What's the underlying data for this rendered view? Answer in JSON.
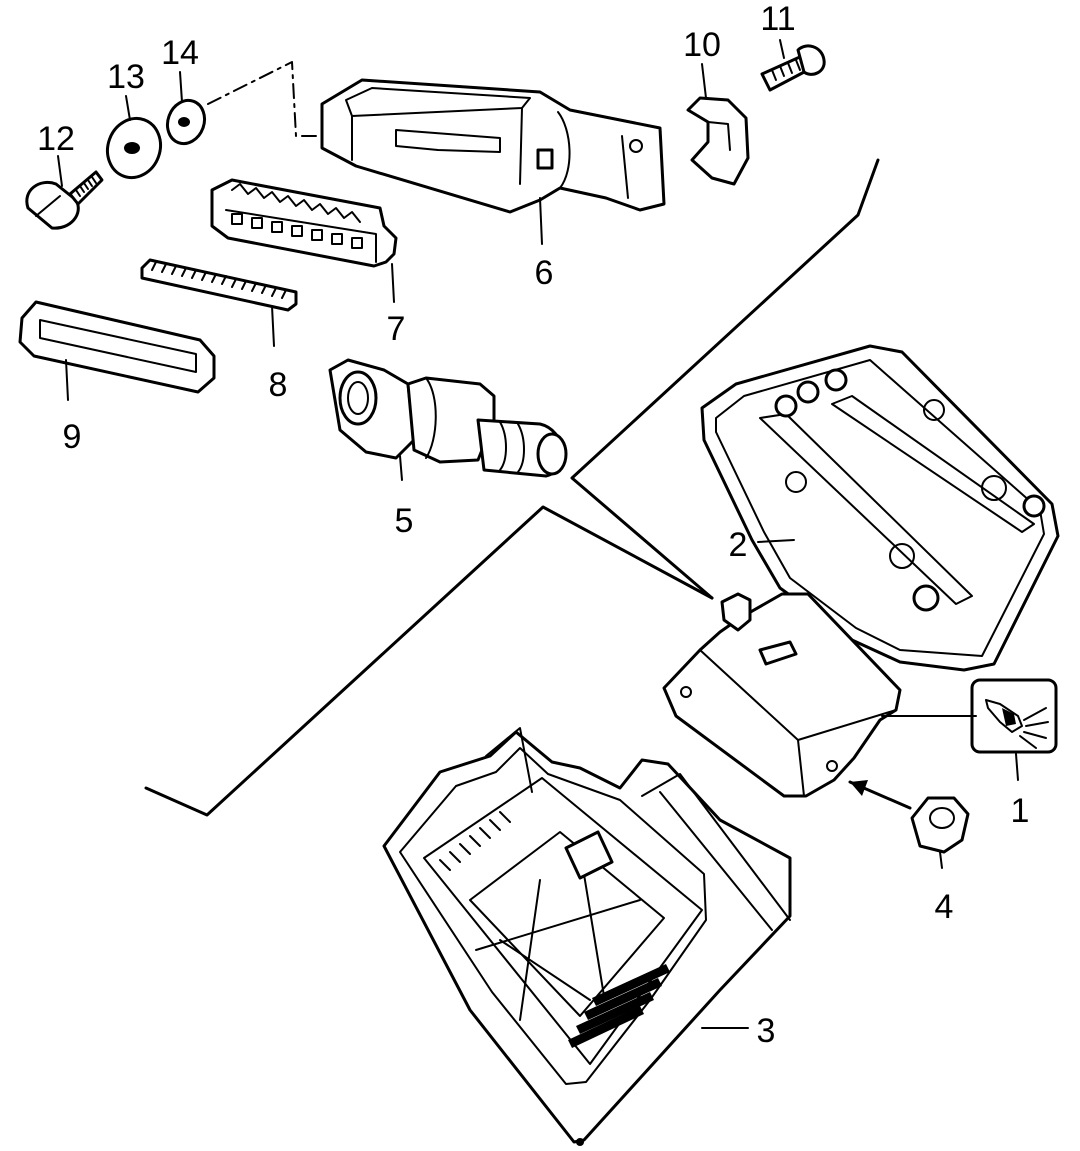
{
  "callouts": [
    {
      "key": "c1",
      "text": "1"
    },
    {
      "key": "c2",
      "text": "2"
    },
    {
      "key": "c3",
      "text": "3"
    },
    {
      "key": "c4",
      "text": "4"
    },
    {
      "key": "c5",
      "text": "5"
    },
    {
      "key": "c6",
      "text": "6"
    },
    {
      "key": "c7",
      "text": "7"
    },
    {
      "key": "c8",
      "text": "8"
    },
    {
      "key": "c9",
      "text": "9"
    },
    {
      "key": "c10",
      "text": "10"
    },
    {
      "key": "c11",
      "text": "11"
    },
    {
      "key": "c12",
      "text": "12"
    },
    {
      "key": "c13",
      "text": "13"
    },
    {
      "key": "c14",
      "text": "14"
    }
  ],
  "colors": {
    "ink": "#000000",
    "paper": "#ffffff"
  }
}
